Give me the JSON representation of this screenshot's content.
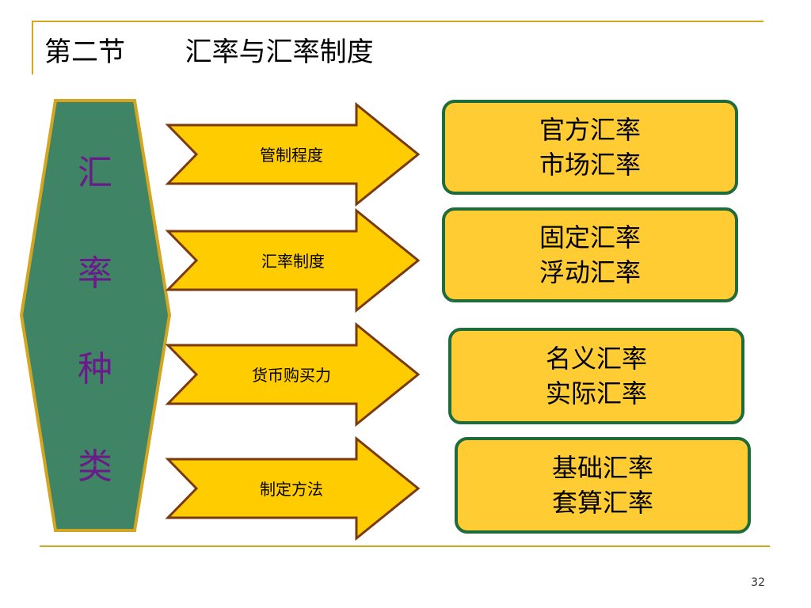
{
  "title": {
    "section": "第二节",
    "topic": "汇率与汇率制度"
  },
  "category": {
    "chars": [
      "汇",
      "率",
      "种",
      "类"
    ],
    "fill_color": "#3f8464",
    "border_color": "#d4a520",
    "text_color": "#6a1a8a"
  },
  "criteria": [
    {
      "label": "管制程度"
    },
    {
      "label": "汇率制度"
    },
    {
      "label": "货币购买力"
    },
    {
      "label": "制定方法"
    }
  ],
  "results": [
    {
      "line1": "官方汇率",
      "line2": "市场汇率"
    },
    {
      "line1": "固定汇率",
      "line2": "浮动汇率"
    },
    {
      "line1": "名义汇率",
      "line2": "实际汇率"
    },
    {
      "line1": "基础汇率",
      "line2": "套算汇率"
    }
  ],
  "colors": {
    "arrow_fill": "#ffcc00",
    "arrow_border": "#7a3a10",
    "box_fill": "#ffcc33",
    "box_border": "#1f6b3a",
    "accent_line": "#d4a520"
  },
  "page_number": "32"
}
